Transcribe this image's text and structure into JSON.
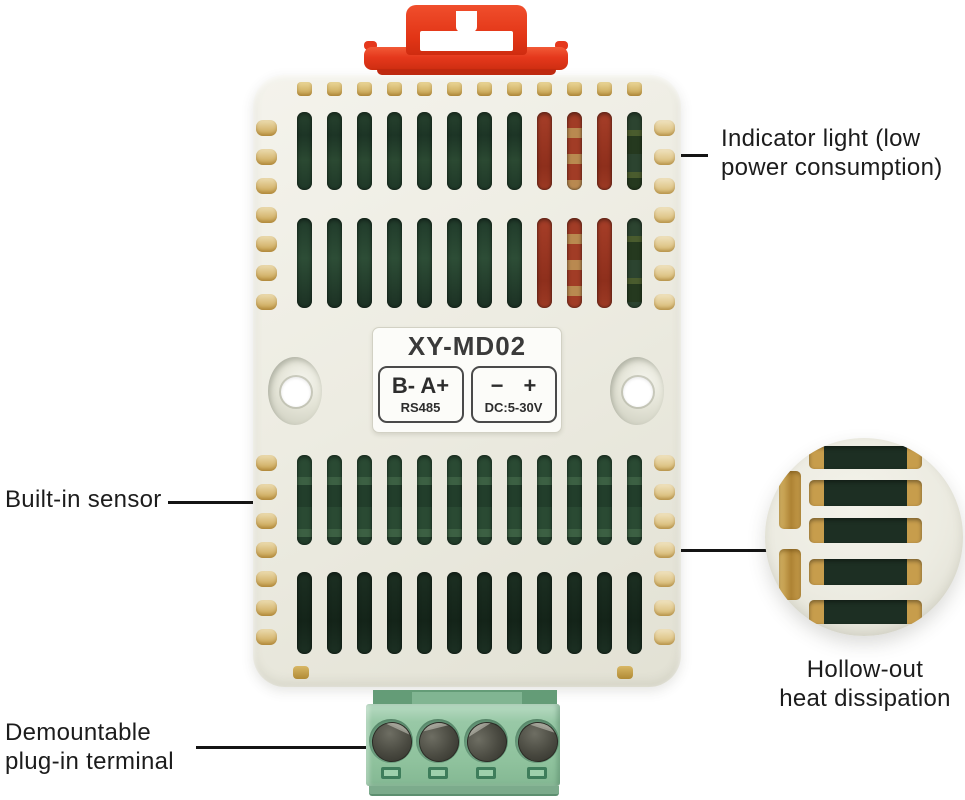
{
  "title": "XY-MD02 transmitter annotated product photo",
  "device": {
    "model": "XY-MD02",
    "port_group_left": {
      "terminals": "B- A+",
      "bus": "RS485"
    },
    "port_group_right": {
      "terminals": "− +",
      "power": "DC:5-30V"
    }
  },
  "annotations": {
    "indicator": "Indicator light (low\npower consumption)",
    "sensor": "Built-in sensor",
    "hollow": "Hollow-out\nheat dissipation",
    "terminal": "Demountable\nplug-in terminal"
  },
  "colors": {
    "background": "#ffffff",
    "body_ivory": "#ECEBE1",
    "clip_red": "#E5381C",
    "clip_red_dark": "#C32B10",
    "pcb_green_dark": "#1E3426",
    "pcb_green": "#2C4B35",
    "pcb_red": "#A03A26",
    "pcb_tan": "#B98A53",
    "vent_amber": "#C9A24E",
    "terminal_green": "#92C5A2",
    "terminal_green_dark": "#649C77",
    "screw_gray": "#45453D",
    "annotation_text": "#1C1C1C",
    "leader_line": "#141414",
    "label_text": "#3A3A3A",
    "mag_slot_dark": "#1D2F23",
    "mag_slot_amber": "#C79D4C"
  },
  "vents": {
    "columns": 12,
    "red_columns": [
      8,
      9,
      10
    ],
    "striped_column": 9,
    "dark_column": 11,
    "edge_rows_per_side": 7
  }
}
